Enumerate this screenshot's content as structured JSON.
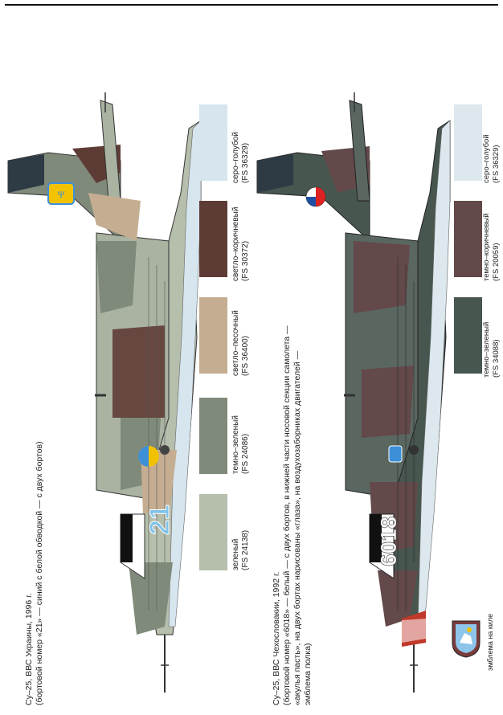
{
  "page": {
    "background": "#ffffff"
  },
  "plane1": {
    "caption_line1": "Су–25, ВВС Украины, 1996 г.",
    "caption_line2": "(бортовой номер «21» — синий с белой обводкой — с двух бортов)",
    "board_number": "21",
    "colors": {
      "green": "#b6beac",
      "dark_green": "#7f8a7a",
      "sand": "#c4ad91",
      "brown": "#5e3c36",
      "blue_grey": "#d6e5ee"
    }
  },
  "plane2": {
    "caption_line1": "Су–25, ВВС Чехословакии, 1992 г.",
    "caption_line2": "(бортовой номер «6018» — белый — с двух бортов, в нижней части носовой секции самолета —",
    "caption_line3": "«акулья пасть», на двух бортах нарисованы «глаза», на воздухозаборниках двигателей —",
    "caption_line4": "эмблема полка)",
    "board_number": "6018",
    "colors": {
      "dark_green": "#47564f",
      "dark_brown": "#63494a",
      "blue_grey": "#dce8ee"
    }
  },
  "swatches1": [
    {
      "name": "зеленый",
      "code": "(FS 24138)",
      "color": "#b6beac"
    },
    {
      "name": "темно–зеленый",
      "code": "(FS 24086)",
      "color": "#7f8a7a"
    },
    {
      "name": "светло–песочный",
      "code": "(FS 36400)",
      "color": "#c4ad91"
    },
    {
      "name": "светло–коричневый",
      "code": "(FS 30372)",
      "color": "#5e3c36"
    },
    {
      "name": "серо–голубой",
      "code": "(FS 36329)",
      "color": "#d6e5ee"
    }
  ],
  "swatches2": [
    {
      "name": "темно–зеленый",
      "code": "(FS 34088)",
      "color": "#47564f"
    },
    {
      "name": "темно–коричневый",
      "code": "(FS 20059)",
      "color": "#63494a"
    },
    {
      "name": "серо–голубой",
      "code": "(FS 36329)",
      "color": "#dce8ee"
    }
  ],
  "emblem": {
    "caption": "эмблема на киле"
  }
}
